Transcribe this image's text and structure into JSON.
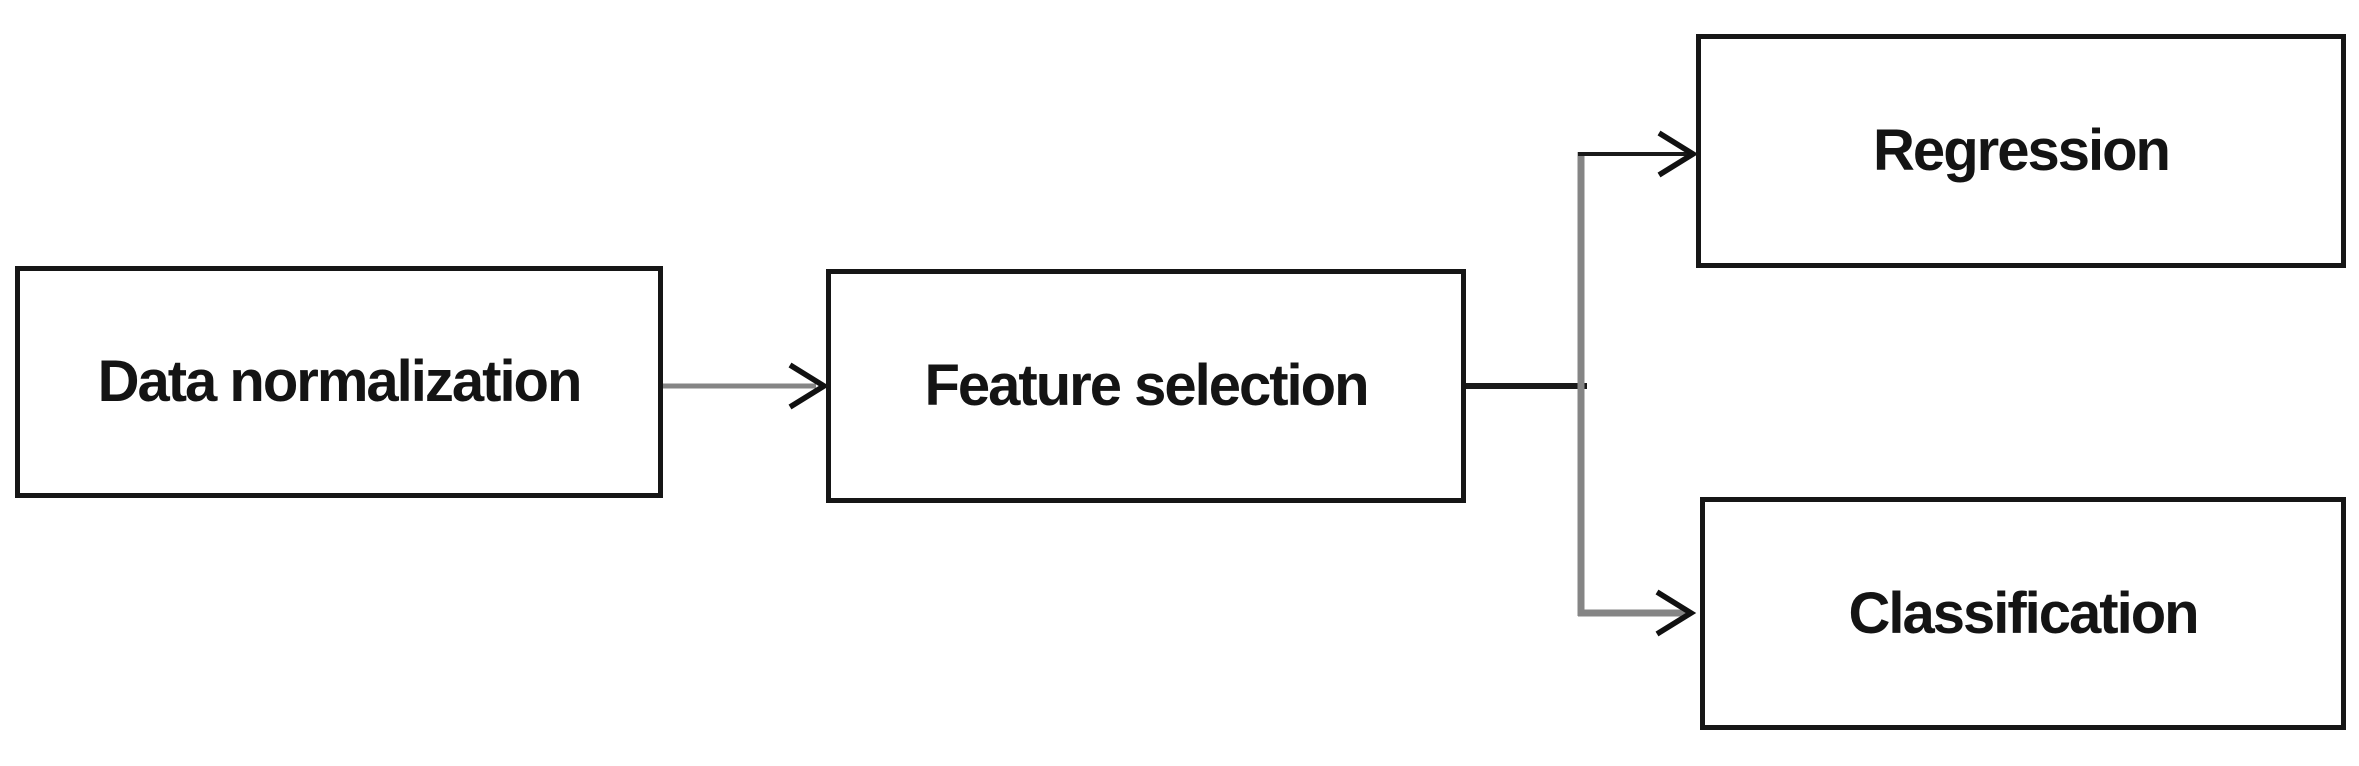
{
  "diagram": {
    "title": "",
    "nodes": [
      {
        "id": "data-normalization",
        "label": "Data normalization"
      },
      {
        "id": "feature-selection",
        "label": "Feature selection"
      },
      {
        "id": "regression",
        "label": "Regression"
      },
      {
        "id": "classification",
        "label": "Classification"
      }
    ],
    "edges": [
      {
        "from": "Data normalization",
        "to": "Feature selection",
        "arrowhead": "open-chevron"
      },
      {
        "from": "Feature selection",
        "to": "Regression",
        "arrowhead": "open-chevron"
      },
      {
        "from": "Feature selection",
        "to": "Classification",
        "arrowhead": "open-chevron"
      }
    ]
  },
  "colors": {
    "background": "#ffffff",
    "box_fill": "#ffffff",
    "box_border": "#161616",
    "label_text": "#141414",
    "connector_gray": "#858585",
    "connector_dark": "#1a1a1a",
    "arrowhead": "#111111"
  }
}
